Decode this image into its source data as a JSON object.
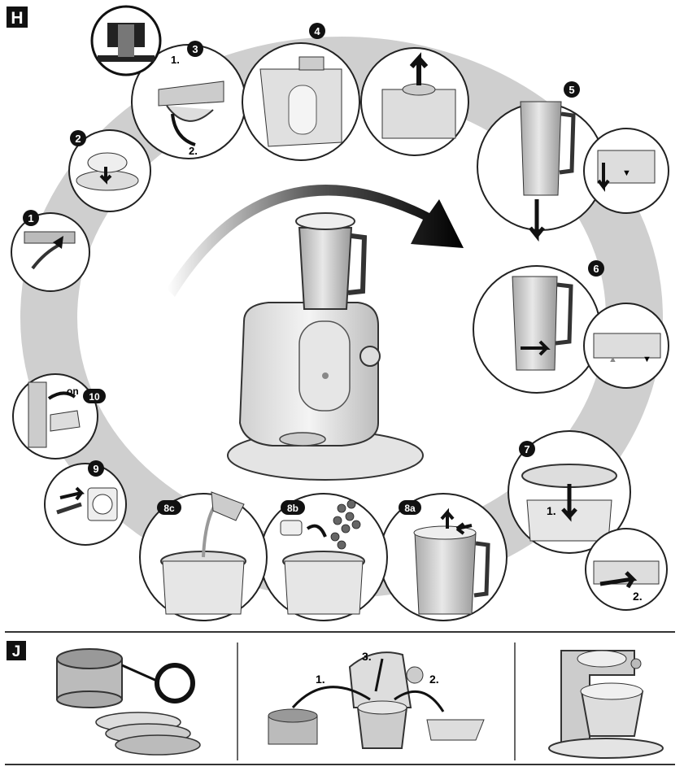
{
  "section_h": {
    "letter": "H",
    "steps": [
      {
        "id": "1",
        "label": "1"
      },
      {
        "id": "2",
        "label": "2"
      },
      {
        "id": "3",
        "label": "3",
        "sub": [
          "1.",
          "2."
        ]
      },
      {
        "id": "4",
        "label": "4"
      },
      {
        "id": "5",
        "label": "5"
      },
      {
        "id": "6",
        "label": "6"
      },
      {
        "id": "7",
        "label": "7",
        "sub": [
          "1.",
          "2."
        ]
      },
      {
        "id": "8a",
        "label": "8a"
      },
      {
        "id": "8b",
        "label": "8b"
      },
      {
        "id": "8c",
        "label": "8c"
      },
      {
        "id": "9",
        "label": "9"
      },
      {
        "id": "10",
        "label": "10",
        "switch_text": "on"
      }
    ]
  },
  "section_j": {
    "letter": "J",
    "panel2_labels": [
      "1.",
      "2.",
      "3."
    ]
  }
}
